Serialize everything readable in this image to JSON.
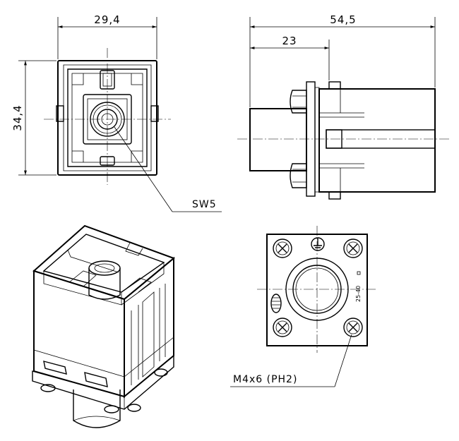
{
  "dimensions": {
    "front_width": "29,4",
    "front_height": "34,4",
    "side_length": "54,5",
    "side_offset": "23"
  },
  "callouts": {
    "wrench_size": "SW5",
    "screw_spec": "M4x6 (PH2)",
    "wire_range": "25-40"
  },
  "views": [
    "front-view",
    "side-view",
    "isometric-view",
    "rear-view"
  ]
}
